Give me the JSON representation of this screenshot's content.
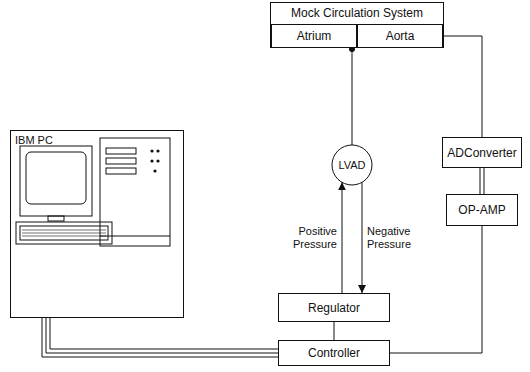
{
  "diagram": {
    "nodes": [
      {
        "text": [
          "Mock Circulation System"
        ]
      },
      {
        "text": [
          "Atrium"
        ],
        "in": 0
      },
      {
        "text": [
          "Aorta"
        ],
        "in": 0
      },
      {
        "text": [
          "IBM PC"
        ]
      },
      {
        "text": [
          "LVAD"
        ]
      },
      {
        "text": [
          "Regulator"
        ]
      },
      {
        "text": [
          "Controller"
        ]
      },
      {
        "text": [
          "ADConverter"
        ]
      },
      {
        "text": [
          "OP-AMP"
        ]
      }
    ],
    "edges": [
      {
        "from": 1,
        "to": 4,
        "arrow": "none"
      },
      {
        "from": 5,
        "to": 4,
        "label": "Positive Pressure",
        "arrow": "to"
      },
      {
        "from": 4,
        "to": 5,
        "label": "Negative Pressure",
        "arrow": "to"
      },
      {
        "from": 2,
        "to": 7,
        "arrow": "none"
      },
      {
        "from": 7,
        "to": 8,
        "arrow": "none"
      },
      {
        "from": 8,
        "to": 6,
        "arrow": "none"
      },
      {
        "from": 5,
        "to": 6,
        "arrow": "none"
      },
      {
        "from": 3,
        "to": 6,
        "arrow": "none"
      }
    ]
  }
}
